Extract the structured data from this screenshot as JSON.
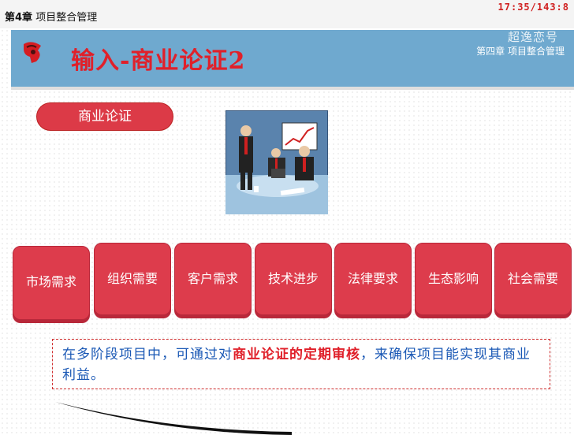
{
  "topbar": {
    "chapter_prefix": "第4章",
    "chapter_title": "项目整合管理",
    "counter": "17:35/143:8"
  },
  "header": {
    "title": "输入-商业论证2",
    "brand": "超逸恋号",
    "subtitle": "第四章 项目整合管理"
  },
  "pill": {
    "label": "商业论证"
  },
  "cards": [
    {
      "label": "市场需求"
    },
    {
      "label": "组织需要"
    },
    {
      "label": "客户需求"
    },
    {
      "label": "技术进步"
    },
    {
      "label": "法律要求"
    },
    {
      "label": "生态影响"
    },
    {
      "label": "社会需要"
    }
  ],
  "callout": {
    "before": "在多阶段项目中，可通过对",
    "highlight": "商业论证的定期审核",
    "after": "，来确保项目能实现其商业利益。"
  },
  "colors": {
    "accent": "#dc3a47",
    "header_band": "#6fa9cf",
    "callout_text": "#1a58b5"
  },
  "icons": [
    "logo-icon",
    "business-meeting-illustration"
  ]
}
